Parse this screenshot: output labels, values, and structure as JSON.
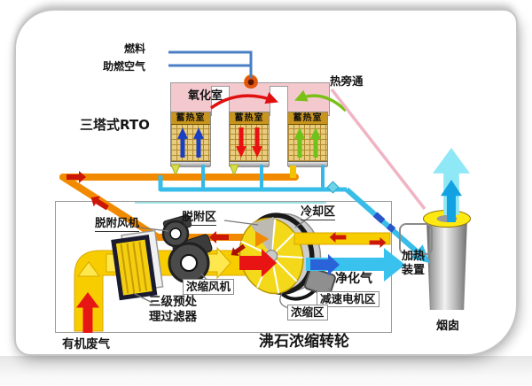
{
  "diagram_title": "沸石浓缩转轮",
  "rto": {
    "title": "三塔式RTO",
    "oxidation_chamber": "氧化室",
    "fuel": "燃料",
    "combustion_air": "助燃空气",
    "hot_bypass": "热旁通",
    "towers": [
      {
        "label": "蓄热室",
        "flow": "up",
        "arrow_color": "#1b3fc0"
      },
      {
        "label": "蓄热室",
        "flow": "down",
        "arrow_color": "#e81212"
      },
      {
        "label": "蓄热室",
        "flow": "up",
        "arrow_color": "#6fc21a"
      }
    ]
  },
  "wheel_unit": {
    "desorption_fan": "脱附风机",
    "desorption_zone": "脱附区",
    "cooling_zone": "冷却区",
    "concentration_fan": "浓缩风机",
    "prefilter_line1": "三级预处",
    "prefilter_line2": "理过滤器",
    "gear_motor_zone": "减速电机区",
    "concentration_zone": "浓缩区",
    "purified_gas": "净化气"
  },
  "right_side": {
    "heater_line1": "加热",
    "heater_line2": "装置",
    "stack": "烟囱"
  },
  "inlet": "有机废气",
  "colors": {
    "pipe_orange": "#f28a00",
    "pipe_cyan": "#38bce8",
    "pipe_yellow": "#f7cd00",
    "purified_cyan": "#3ac2ee",
    "rto_pink": "#f4c9ce",
    "tower_media_tan": "#e9cd7e",
    "tower_band_gold": "#c9941e",
    "flow_red": "#e81414",
    "flow_blue": "#1b3fc0",
    "flow_green": "#6fc21a",
    "bypass_pink": "#f0b4c4",
    "fuel_line_blue": "#4a7fc5"
  }
}
